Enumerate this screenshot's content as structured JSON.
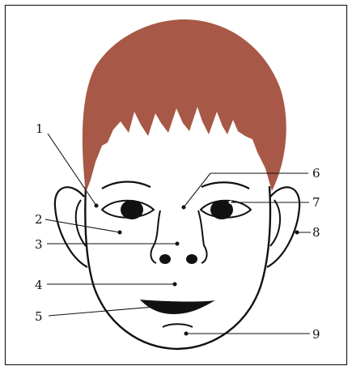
{
  "colors": {
    "border": "#222222",
    "hair": "#a85846",
    "outline": "#111111",
    "background": "#ffffff"
  },
  "labels": [
    {
      "id": "1",
      "text": "1"
    },
    {
      "id": "2",
      "text": "2"
    },
    {
      "id": "3",
      "text": "3"
    },
    {
      "id": "4",
      "text": "4"
    },
    {
      "id": "5",
      "text": "5"
    },
    {
      "id": "6",
      "text": "6"
    },
    {
      "id": "7",
      "text": "7"
    },
    {
      "id": "8",
      "text": "8"
    },
    {
      "id": "9",
      "text": "9"
    }
  ]
}
